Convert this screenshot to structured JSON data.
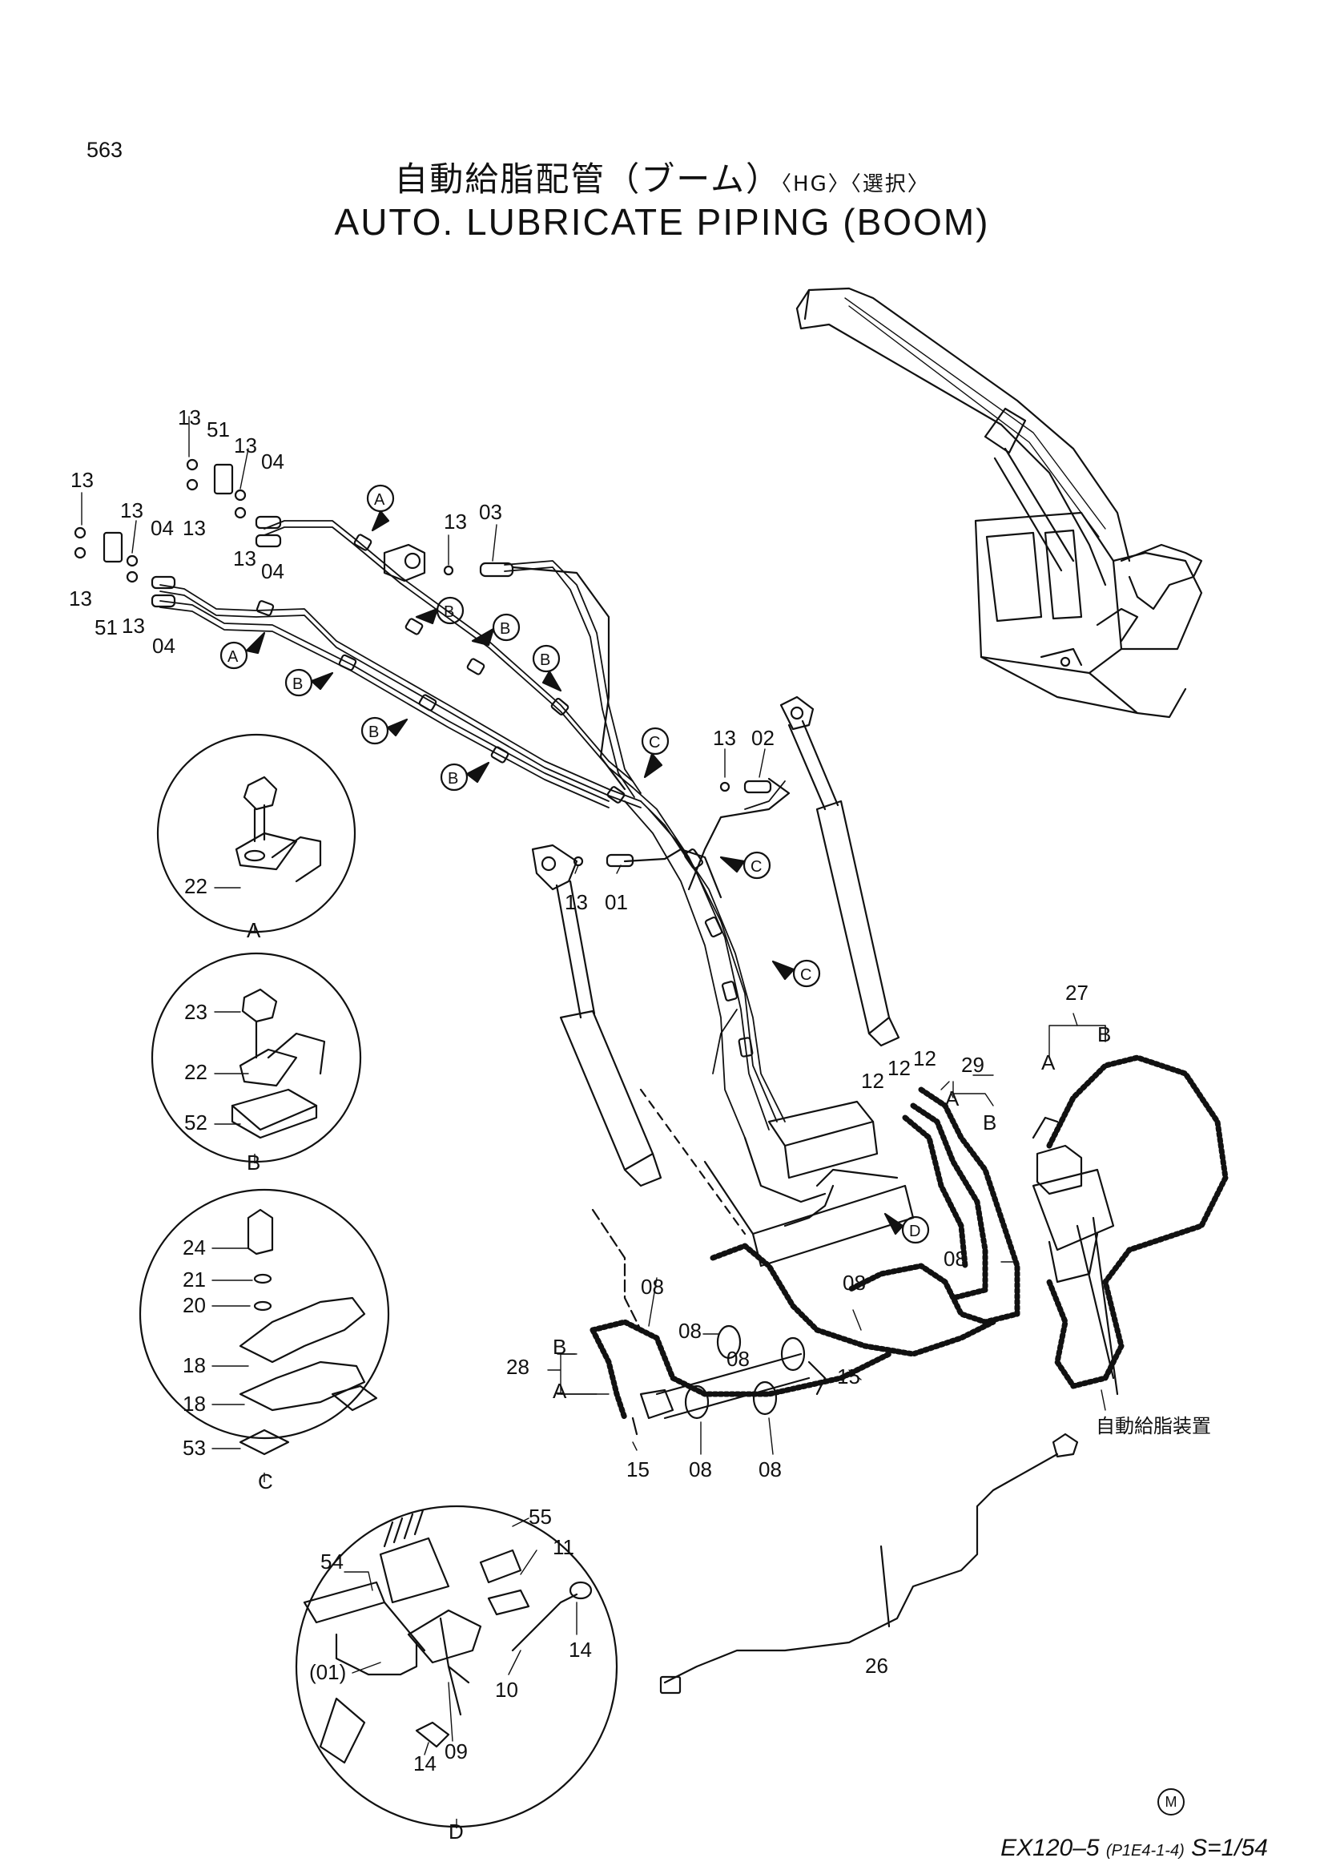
{
  "page_number": "563",
  "title": {
    "jp_main": "自動給脂配管（ブーム）",
    "jp_tags": "〈HG〉〈選択〉",
    "en": "AUTO. LUBRICATE PIPING (BOOM)"
  },
  "callouts": {
    "p13": "13",
    "p51": "51",
    "p04": "04",
    "p03": "03",
    "p02": "02",
    "p01": "01",
    "p12": "12",
    "p29": "29",
    "p27": "27",
    "p08": "08",
    "p15": "15",
    "p28": "28",
    "p26": "26",
    "p22": "22",
    "p23": "23",
    "p52": "52",
    "p24": "24",
    "p21": "21",
    "p20": "20",
    "p18": "18",
    "p53": "53",
    "p54": "54",
    "p55": "55",
    "p11": "11",
    "p14": "14",
    "p09": "09",
    "p10": "10",
    "p01_ref": "(01)",
    "A": "A",
    "B": "B",
    "C": "C",
    "D": "D"
  },
  "auto_lube_unit_label": "自動給脂装置",
  "mark": "M",
  "footer": {
    "model": "EX120–5",
    "code": "(P1E4-1-4)",
    "scale": "S=1/54"
  }
}
